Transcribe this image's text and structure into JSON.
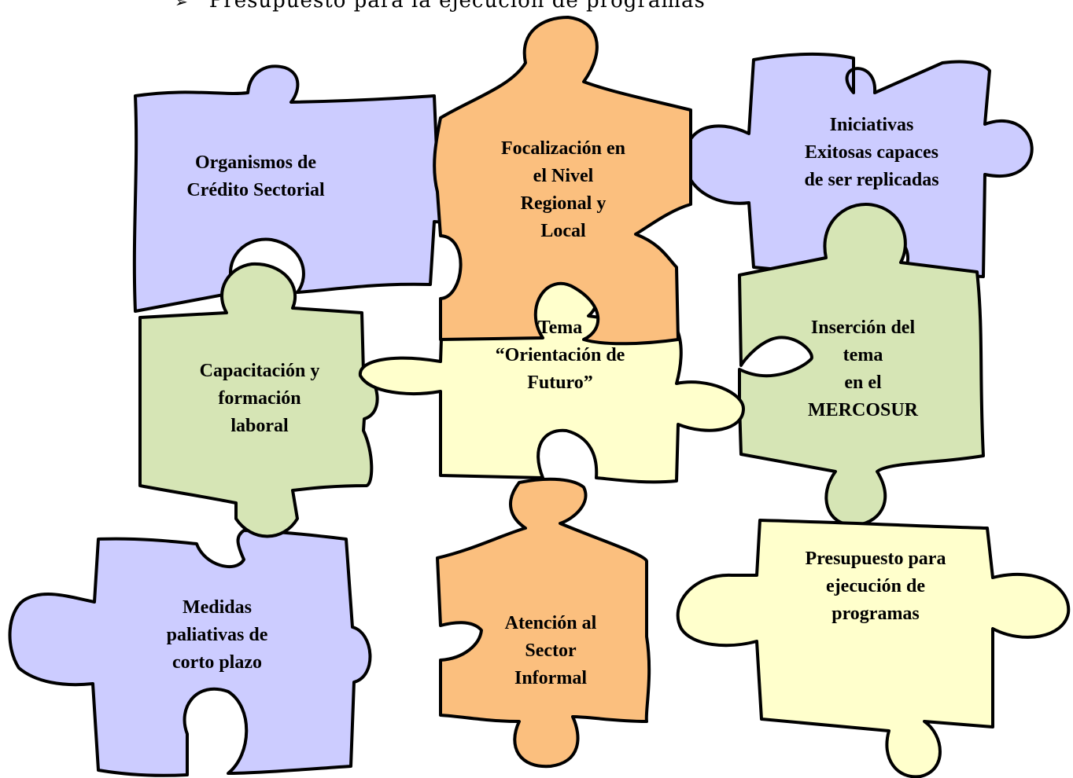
{
  "header": {
    "bullet": "➢",
    "text": "Presupuesto para la ejecución de programas"
  },
  "colors": {
    "purple": "#ccccff",
    "orange": "#fbbf7e",
    "green": "#d6e5b5",
    "yellow": "#ffffcc",
    "outline": "#000000"
  },
  "pieces": {
    "organismos": {
      "lines": [
        "Organismos de",
        "Crédito Sectorial"
      ]
    },
    "focalizacion": {
      "lines": [
        "Focalización en",
        "el Nivel",
        "Regional y",
        "Local"
      ]
    },
    "iniciativas": {
      "lines": [
        "Iniciativas",
        "Exitosas capaces",
        "de ser replicadas"
      ]
    },
    "capacitacion": {
      "lines": [
        "Capacitación y",
        "formación",
        "laboral"
      ]
    },
    "tema": {
      "lines": [
        "Tema",
        "“Orientación de",
        "Futuro”"
      ]
    },
    "insercion": {
      "lines": [
        "Inserción del",
        "tema",
        "en el",
        "MERCOSUR"
      ]
    },
    "medidas": {
      "lines": [
        "Medidas",
        "paliativas de",
        "corto plazo"
      ]
    },
    "atencion": {
      "lines": [
        "Atención al",
        "Sector",
        "Informal"
      ]
    },
    "presupuesto": {
      "lines": [
        "Presupuesto para",
        "ejecución de",
        "programas"
      ]
    }
  }
}
